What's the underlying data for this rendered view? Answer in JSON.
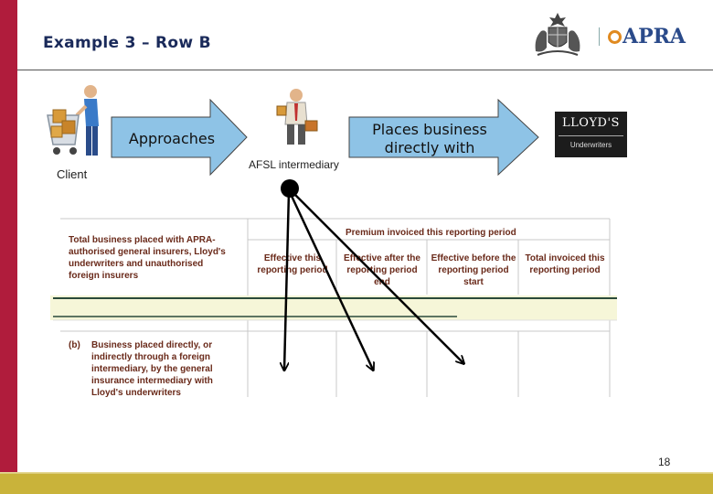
{
  "slide": {
    "title": "Example 3 – Row B",
    "page_number": "18"
  },
  "logos": {
    "crest_icon": "australian-coat-of-arms-icon",
    "apra_text": "APRA",
    "lloyds_title": "LLOYD'S",
    "lloyds_subtitle": "Underwriters"
  },
  "flow": {
    "client_label": "Client",
    "intermediary_label": "AFSL intermediary",
    "arrow1_text": "Approaches",
    "arrow2_text": "Places business directly with"
  },
  "table": {
    "row_header": "Total business placed with APRA-authorised general insurers, Lloyd's underwriters and unauthorised foreign insurers",
    "group_header": "Premium invoiced this reporting period",
    "columns": [
      "Effective this reporting period",
      "Effective after the reporting period end",
      "Effective before the reporting period start",
      "Total invoiced this reporting period"
    ],
    "row_b_code": "(b)",
    "row_b_label": "Business placed directly, or indirectly through a foreign intermediary, by the general insurance intermediary with Lloyd's underwriters"
  },
  "colors": {
    "accent_left_bar": "#b01c3c",
    "bottom_bar": "#c9b33a",
    "title": "#1a2a5a",
    "arrow_fill": "#8ec3e6",
    "table_text": "#6a2a1a"
  }
}
